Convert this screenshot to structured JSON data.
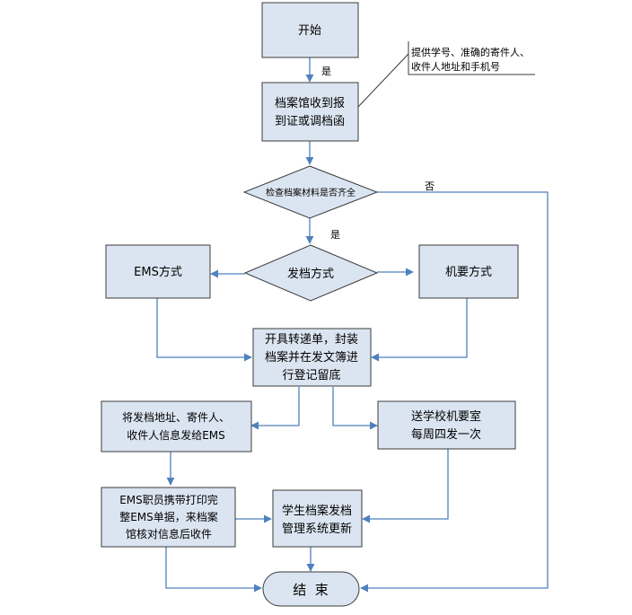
{
  "nodes": {
    "start": [
      "开始"
    ],
    "receive": [
      "档案馆收到报",
      "到证或调档函"
    ],
    "note": [
      "提供学号、准确的寄件人、",
      "收件人地址和手机号"
    ],
    "check": [
      "检查档案材料是否齐全"
    ],
    "method": [
      "发档方式"
    ],
    "ems": [
      "EMS方式"
    ],
    "jiyao": [
      "机要方式"
    ],
    "register": [
      "开具转递单，封装",
      "档案并在发文簿进",
      "行登记留底"
    ],
    "send_ems_info": [
      "将发档地址、寄件人、",
      "收件人信息发给EMS"
    ],
    "school_office": [
      "送学校机要室",
      "每周四发一次"
    ],
    "ems_staff": [
      "EMS职员携带打印完",
      "整EMS单据，来档案",
      "馆核对信息后收件"
    ],
    "system_update": [
      "学生档案发档",
      "管理系统更新"
    ],
    "end": [
      "结  束"
    ]
  },
  "edge_labels": {
    "start_yes": "是",
    "check_no": "否",
    "check_yes": "是"
  }
}
